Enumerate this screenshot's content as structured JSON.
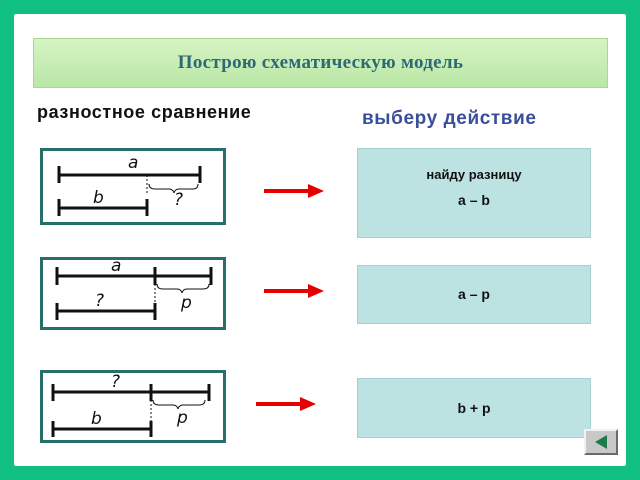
{
  "title": "Построю схематическую модель",
  "left_heading": "разностное сравнение",
  "right_heading": "выберу действие",
  "schemas": [
    {
      "top_label": "a",
      "bottom_label": "b",
      "diff_label": "?"
    },
    {
      "top_label": "a",
      "bottom_label": "?",
      "diff_label": "p"
    },
    {
      "top_label": "?",
      "bottom_label": "b",
      "diff_label": "p"
    }
  ],
  "results": [
    {
      "line1": "найду разницу",
      "line2": "a – b"
    },
    {
      "line1": "a – p"
    },
    {
      "line1": "b + p"
    }
  ],
  "colors": {
    "background": "#0fc080",
    "title_bar": "#c6ecb4",
    "title_text": "#2d6a73",
    "right_heading": "#3a4f9a",
    "result_box": "#bde2e2",
    "schema_border": "#27706a",
    "arrow": "#e60000"
  },
  "nav": {
    "back_icon": "triangle-left-icon"
  }
}
